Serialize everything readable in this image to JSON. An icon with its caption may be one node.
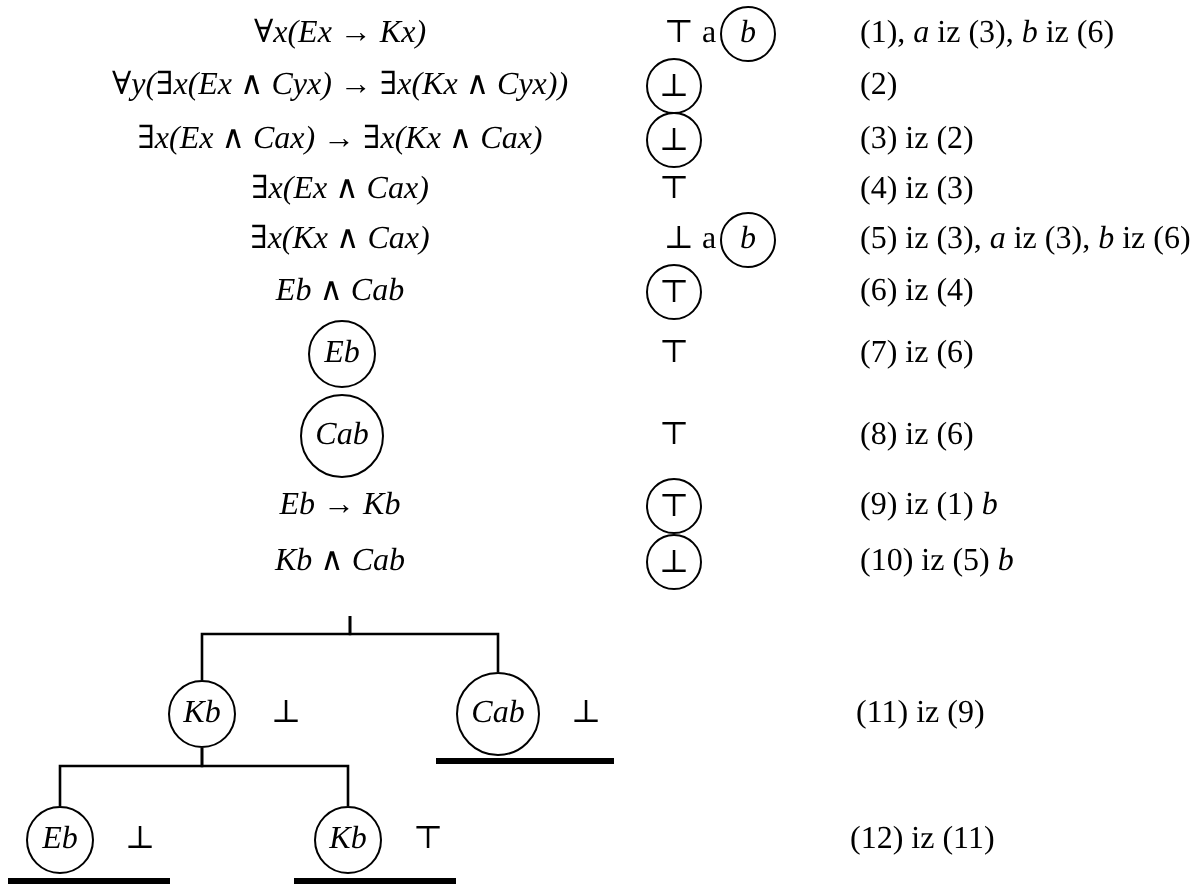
{
  "diagram": {
    "nodes": [
      {
        "text": [
          "b"
        ]
      },
      {
        "text": [
          "⊥"
        ]
      },
      {
        "text": [
          "⊥"
        ]
      },
      {
        "text": [
          "b"
        ]
      },
      {
        "text": [
          "⊤"
        ]
      },
      {
        "text": [
          "Eb"
        ]
      },
      {
        "text": [
          "Cab"
        ]
      },
      {
        "text": [
          "⊤"
        ]
      },
      {
        "text": [
          "⊥"
        ]
      },
      {
        "text": [
          "Kb"
        ],
        "beside": [
          "⊥"
        ]
      },
      {
        "text": [
          "Cab"
        ],
        "beside": [
          "⊥"
        ]
      },
      {
        "text": [
          "Eb"
        ],
        "beside": [
          "⊥"
        ]
      },
      {
        "text": [
          "Kb"
        ],
        "beside": [
          "⊤"
        ]
      }
    ],
    "edges": [
      {
        "from": null,
        "to": 9,
        "arrow": "none"
      },
      {
        "from": null,
        "to": 10,
        "arrow": "none"
      },
      {
        "from": 9,
        "to": 11,
        "arrow": "none"
      },
      {
        "from": 9,
        "to": 12,
        "arrow": "none"
      }
    ],
    "labels": [
      "∀x(Ex → Kx)",
      "⊤ a",
      "(1), *a* iz (3), *b* iz (6)",
      "∀y(∃x(Ex ∧ Cyx) → ∃x(Kx ∧ Cyx))",
      "(2)",
      "∃x(Ex ∧ Cax) → ∃x(Kx ∧ Cax)",
      "(3) iz (2)",
      "∃x(Ex ∧ Cax)",
      "⊤",
      "(4) iz (3)",
      "∃x(Kx ∧ Cax)",
      "⊥ a",
      "(5) iz (3), *a* iz (3), *b* iz (6)",
      "Eb ∧ Cab",
      "(6) iz (4)",
      "⊤",
      "(7) iz (6)",
      "⊤",
      "(8) iz (6)",
      "Eb → Kb",
      "(9) iz (1) *b*",
      "Kb ∧ Cab",
      "(10) iz (5) *b*",
      "(11) iz (9)",
      "(12) iz (11)"
    ]
  }
}
